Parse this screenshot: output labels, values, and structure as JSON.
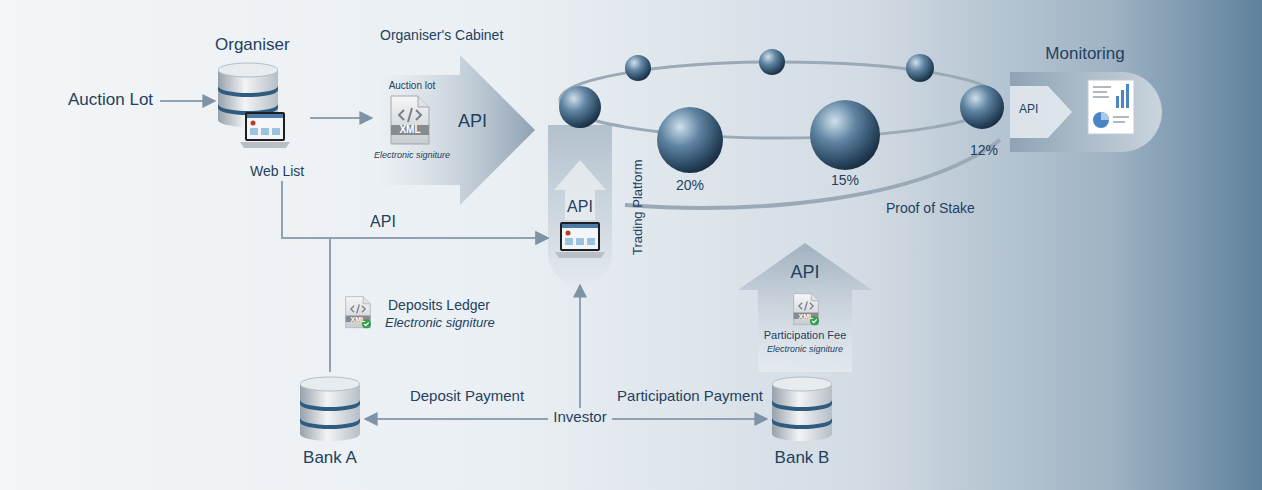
{
  "diagram": {
    "nodes": [
      {
        "text": [
          "Auction Lot"
        ]
      },
      {
        "text": [
          "Organiser",
          "Web List"
        ]
      },
      {
        "text": [
          "Organiser's Cabinet",
          "API"
        ]
      },
      {
        "text": [
          "Auction lot",
          "Electronic signiture"
        ],
        "in": 2
      },
      {
        "text": [
          "Proof of Stake"
        ]
      },
      {
        "text": [
          "20%"
        ],
        "in": 4
      },
      {
        "text": [
          "15%"
        ],
        "in": 4
      },
      {
        "text": [
          "12%"
        ],
        "in": 4
      },
      {
        "text": [
          "Monitoring",
          "API"
        ]
      },
      {
        "text": [
          "API",
          "Trading Platform"
        ]
      },
      {
        "text": [
          "Deposits Ledger",
          "Electronic signiture"
        ]
      },
      {
        "text": [
          "API",
          "Participation Fee",
          "Electronic signiture"
        ]
      },
      {
        "text": [
          "Bank A"
        ]
      },
      {
        "text": [
          "Investor"
        ]
      },
      {
        "text": [
          "Bank B"
        ]
      }
    ],
    "edges": [
      {
        "from": 0,
        "to": 1,
        "arrow": "to"
      },
      {
        "from": 1,
        "to": 3,
        "arrow": "to"
      },
      {
        "from": 1,
        "to": 9,
        "label": "API",
        "arrow": "to"
      },
      {
        "from": 12,
        "to": 9,
        "arrow": "to"
      },
      {
        "from": 13,
        "to": 12,
        "label": "Deposit Payment",
        "arrow": "to"
      },
      {
        "from": 13,
        "to": 14,
        "label": "Participation Payment",
        "arrow": "to"
      },
      {
        "from": 13,
        "to": 9,
        "arrow": "to"
      }
    ],
    "labels": [
      "XML",
      "XML",
      "XML"
    ]
  }
}
